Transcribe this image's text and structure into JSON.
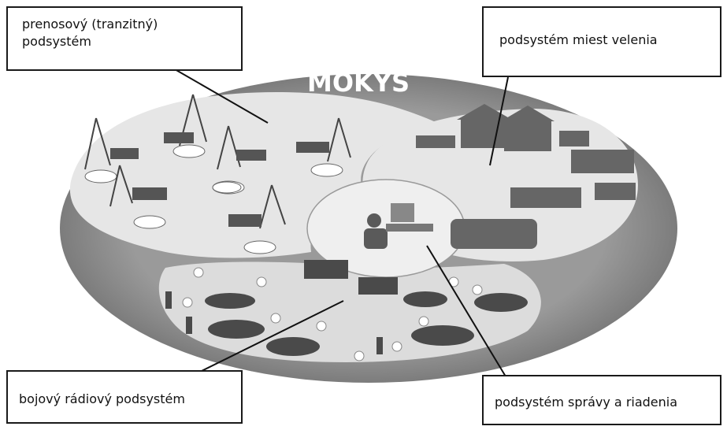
{
  "title": "MOKYS",
  "labels": {
    "transit_line1": "prenosový (tranzitný)",
    "transit_line2": "podsystém",
    "command_posts": "podsystém miest velenia",
    "combat_radio": "bojový rádiový podsystém",
    "management": "podsystém správy a riadenia"
  },
  "colors": {
    "outer_ring": "#8c8c8c",
    "inner_fill": "#e4e4e4",
    "ink": "#1a1a1a"
  }
}
